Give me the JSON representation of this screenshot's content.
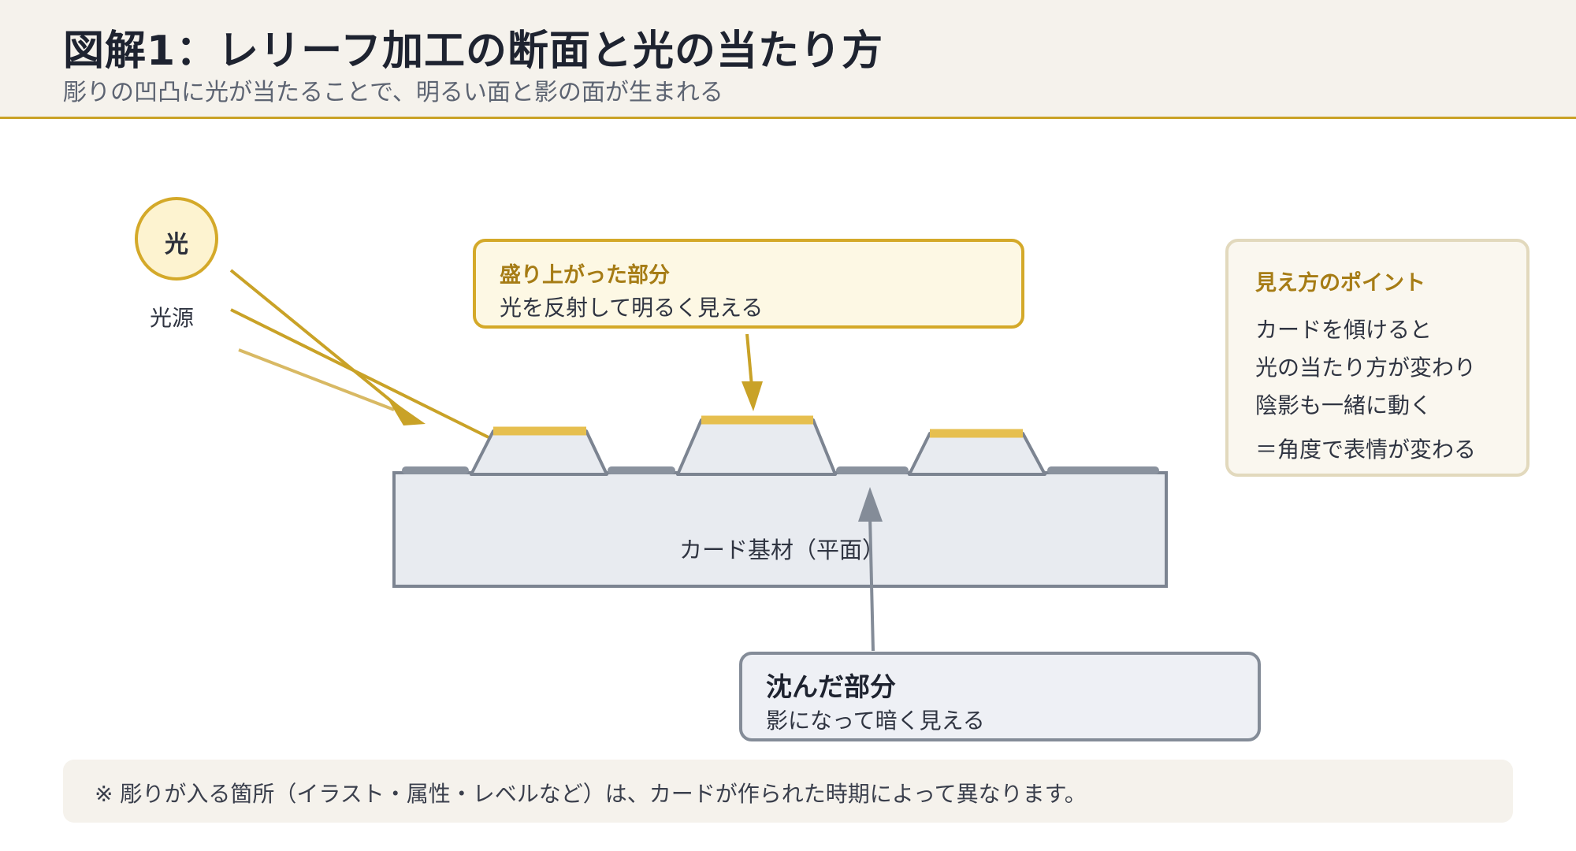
{
  "header": {
    "title": "図解1：レリーフ加工の断面と光の当たり方",
    "subtitle": "彫りの凹凸に光が当たることで、明るい面と影の面が生まれる"
  },
  "light": {
    "symbol": "光",
    "source_label": "光源"
  },
  "raised": {
    "title": "盛り上がった部分",
    "desc": "光を反射して明るく見える"
  },
  "sunken": {
    "title": "沈んだ部分",
    "desc": "影になって暗く見える"
  },
  "base_label": "カード基材（平面）",
  "points": {
    "title": "見え方のポイント",
    "lines": [
      "カードを傾けると",
      "光の当たり方が変わり",
      "陰影も一緒に動く",
      "＝角度で表情が変わる"
    ]
  },
  "note": "※ 彫りが入る箇所（イラスト・属性・レベルなど）は、カードが作られた時期によって異なります。",
  "colors": {
    "accent_gold": "#c9a227",
    "highlight": "#e6bf4f",
    "shadow_gray": "#8a929e",
    "base_fill": "#e8ebf0",
    "base_stroke": "#7c8491"
  }
}
